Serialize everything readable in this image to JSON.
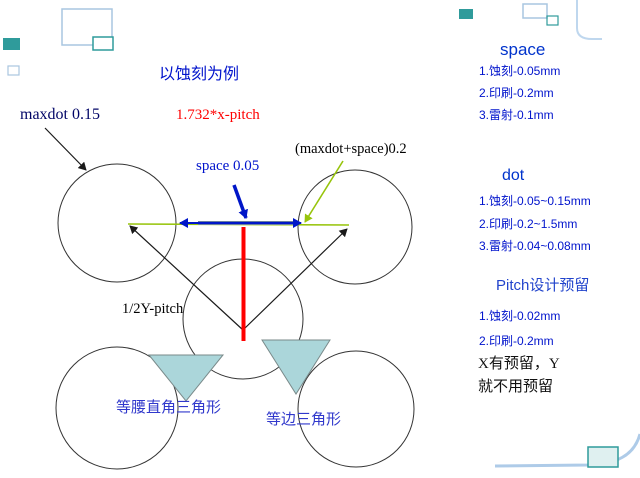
{
  "slide": {
    "title": "以蚀刻为例",
    "diagram": {
      "maxdot_label": "maxdot 0.15",
      "xpitch_label": "1.732*x-pitch",
      "space_label": "space 0.05",
      "maxdot_space_label": "(maxdot+space)0.2",
      "half_y_pitch_label": "1/2Y-pitch",
      "isosceles_label": "等腰直角三角形",
      "equilateral_label": "等边三角形"
    },
    "sidebar": {
      "space_section": {
        "heading": "space",
        "items": [
          "1.蚀刻-0.05mm",
          "2.印刷-0.2mm",
          "3.雷射-0.1mm"
        ]
      },
      "dot_section": {
        "heading": "dot",
        "items": [
          "1.蚀刻-0.05~0.15mm",
          "2.印刷-0.2~1.5mm",
          "3.雷射-0.04~0.08mm"
        ]
      },
      "pitch_section": {
        "heading": "Pitch设计预留",
        "items": [
          "1.蚀刻-0.02mm",
          "2.印刷-0.2mm"
        ]
      },
      "note": [
        "X有预留，Y",
        "就不用预留"
      ]
    },
    "colors": {
      "text_blue": "#0013CC",
      "heading_blue": "#0033CC",
      "red": "#FF0000",
      "green_line": "#97C40B",
      "blue_arrow": "#0016C8",
      "gray_shaft": "#6B7F9E",
      "teal_deco": "#2F9B9B",
      "triangle_fill": "#ABD6DA",
      "deco_light_blue": "#A9C6E0"
    }
  }
}
